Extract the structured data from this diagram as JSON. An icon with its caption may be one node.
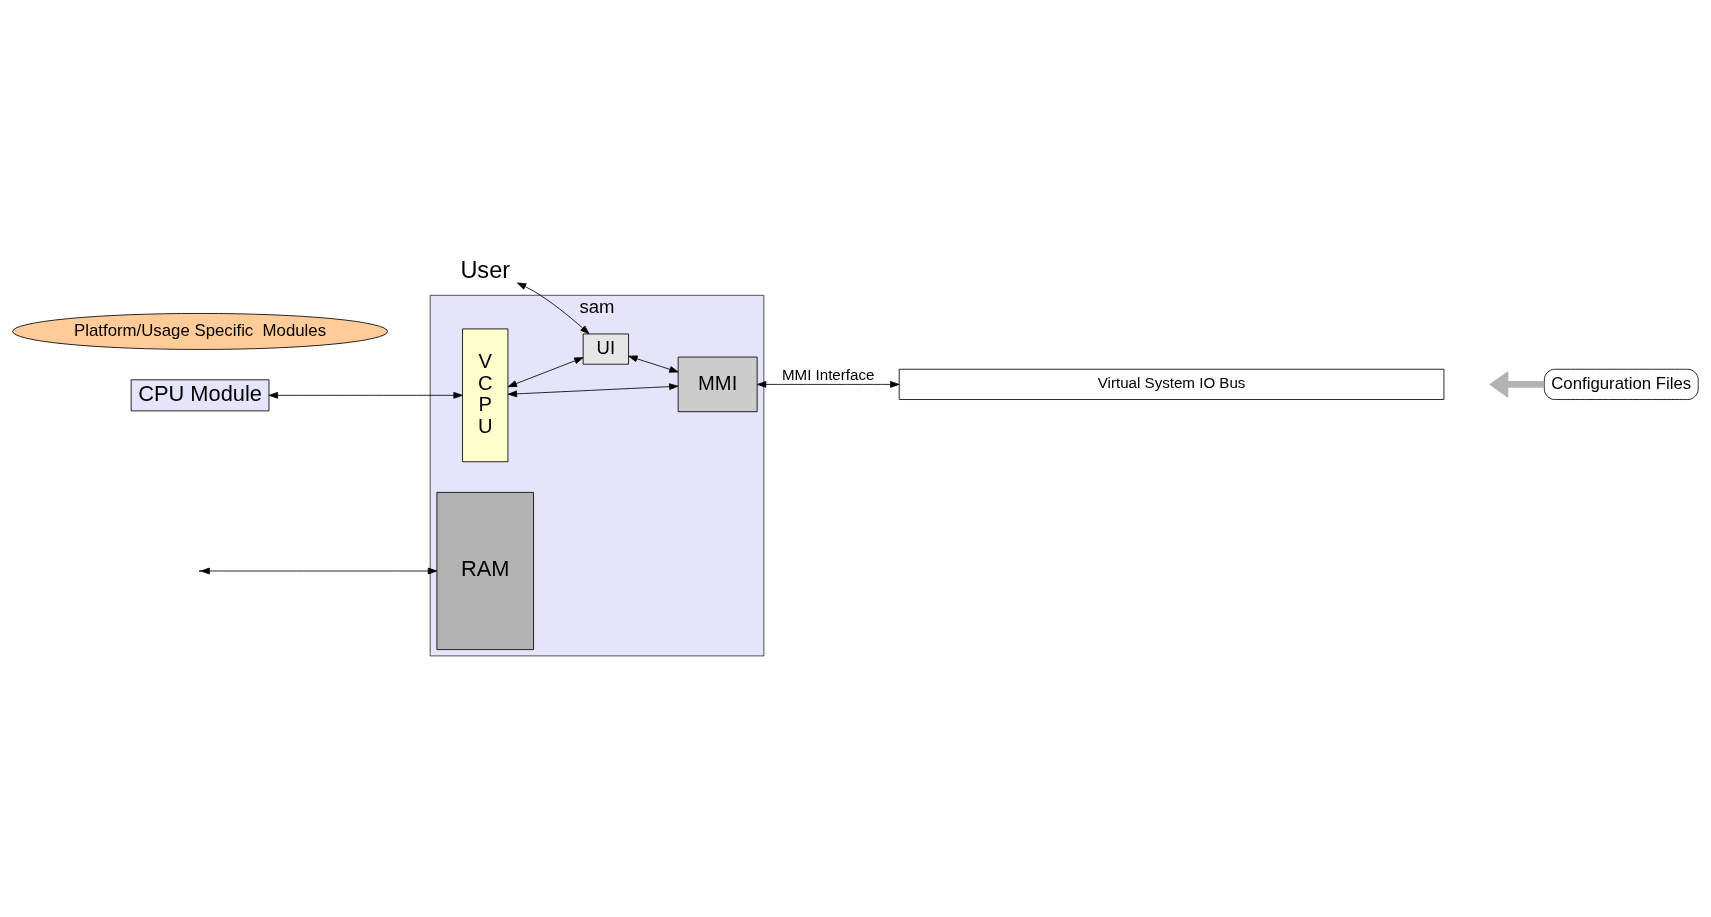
{
  "diagram": {
    "nodes": [
      {
        "text": [
          "User"
        ]
      },
      {
        "text": [
          "sam"
        ]
      },
      {
        "text": [
          "CPU Module"
        ]
      },
      {
        "text": [
          "V C P U"
        ],
        "in": 1
      },
      {
        "text": [
          "UI"
        ],
        "in": 1
      },
      {
        "text": [
          "MMI"
        ],
        "in": 1
      },
      {
        "text": [
          "RAM"
        ],
        "in": 1
      },
      {
        "text": [
          "Virtual System IO Bus"
        ]
      },
      {
        "text": [
          "Platform/Usage Specific  Modules"
        ]
      },
      {
        "text": [
          "Configuration Files"
        ]
      }
    ],
    "edges": [
      {
        "from": 0,
        "to": 4,
        "arrow": "both"
      },
      {
        "from": 2,
        "to": 3,
        "arrow": "both"
      },
      {
        "from": 3,
        "to": 4,
        "arrow": "both"
      },
      {
        "from": 3,
        "to": 5,
        "arrow": "both"
      },
      {
        "from": 4,
        "to": 5,
        "arrow": "both"
      },
      {
        "from": null,
        "to": 6,
        "arrow": "both"
      },
      {
        "from": 5,
        "to": 7,
        "arrow": "both",
        "label": "MMI Interface"
      },
      {
        "from": 9,
        "to": null,
        "arrow": "to",
        "style": "thick",
        "color": "#b3b3b3"
      }
    ]
  }
}
